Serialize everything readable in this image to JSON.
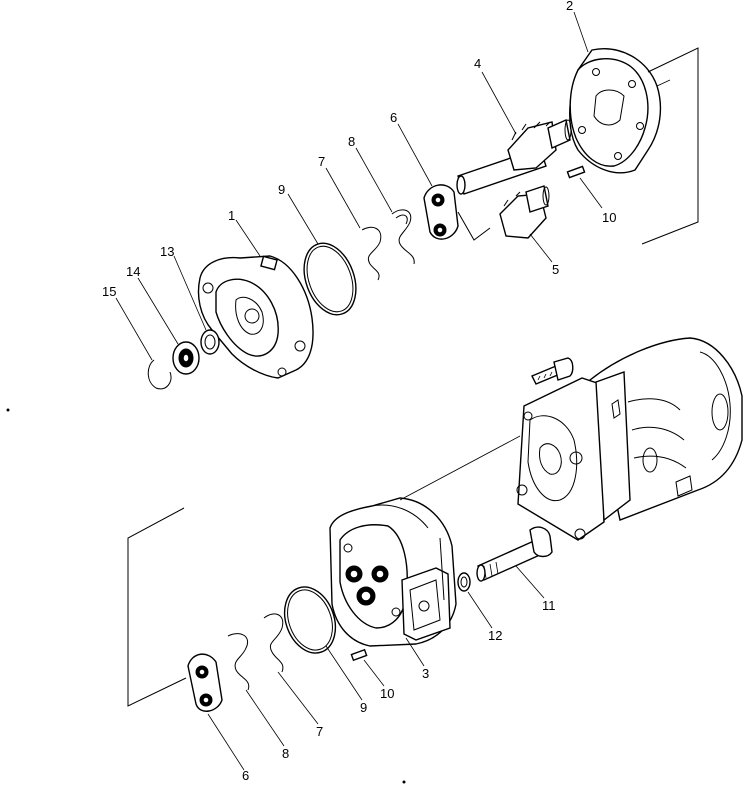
{
  "callouts": [
    {
      "id": "c2",
      "text": "2"
    },
    {
      "id": "c4",
      "text": "4"
    },
    {
      "id": "c6a",
      "text": "6"
    },
    {
      "id": "c8a",
      "text": "8"
    },
    {
      "id": "c7a",
      "text": "7"
    },
    {
      "id": "c9a",
      "text": "9"
    },
    {
      "id": "c1",
      "text": "1"
    },
    {
      "id": "c13",
      "text": "13"
    },
    {
      "id": "c14",
      "text": "14"
    },
    {
      "id": "c15",
      "text": "15"
    },
    {
      "id": "c10a",
      "text": "10"
    },
    {
      "id": "c5",
      "text": "5"
    },
    {
      "id": "c11",
      "text": "11"
    },
    {
      "id": "c12",
      "text": "12"
    },
    {
      "id": "c3",
      "text": "3"
    },
    {
      "id": "c10b",
      "text": "10"
    },
    {
      "id": "c9b",
      "text": "9"
    },
    {
      "id": "c7b",
      "text": "7"
    },
    {
      "id": "c8b",
      "text": "8"
    },
    {
      "id": "c6b",
      "text": "6"
    }
  ]
}
